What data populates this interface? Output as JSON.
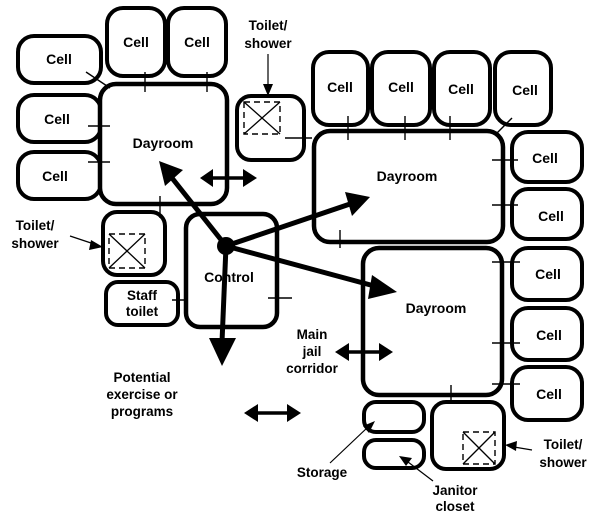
{
  "labels": {
    "cell": "Cell",
    "dayroom": "Dayroom",
    "control": "Control",
    "toilet_shower_line1": "Toilet/",
    "toilet_shower_line2": "shower",
    "staff_toilet_line1": "Staff",
    "staff_toilet_line2": "toilet",
    "main_corridor_line1": "Main",
    "main_corridor_line2": "jail",
    "main_corridor_line3": "corridor",
    "potential_line1": "Potential",
    "potential_line2": "exercise or",
    "potential_line3": "programs",
    "storage": "Storage",
    "janitor_line1": "Janitor",
    "janitor_line2": "closet"
  },
  "colors": {
    "ink": "#000000",
    "background": "#ffffff"
  }
}
